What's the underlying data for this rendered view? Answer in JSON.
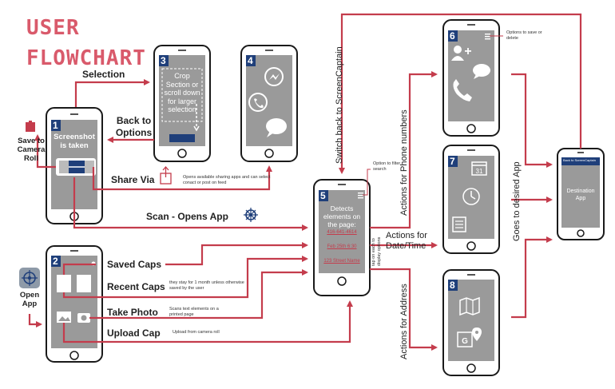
{
  "title": {
    "line1": "USER",
    "line2": "FLOWCHART"
  },
  "phones": {
    "p1": {
      "num": "1",
      "text": "Screenshot is taken"
    },
    "p2": {
      "num": "2"
    },
    "p3": {
      "num": "3",
      "text": "Crop Section or scroll down for larger selection"
    },
    "p4": {
      "num": "4"
    },
    "p5": {
      "num": "5",
      "text": "Detects elements on the page:",
      "phone": "416-641-4614",
      "date": "Feb 25th 6:30",
      "address": "123 Street Name",
      "menu_note": "Option to filter search"
    },
    "p6": {
      "num": "6",
      "menu_note": "Options to save or delete"
    },
    "p7": {
      "num": "7"
    },
    "p8": {
      "num": "8"
    },
    "dest": {
      "header": "Back to ScreenCaptain",
      "text": "Destination App"
    }
  },
  "labels": {
    "selection": "Selection",
    "back_to_options": "Back to Options",
    "save_roll": "Save to Camera Roll",
    "share_via": "Share Via",
    "share_note": "Opens available sharing apps and can select conact or post on feed",
    "scan_opens": "Scan - Opens App",
    "open_app": "Open App",
    "saved_caps": "Saved Caps",
    "recent_caps": "Recent Caps",
    "recent_note": "they stay for 1 month unless otherwise saved by the user",
    "take_photo": "Take Photo",
    "photo_note": "Scans text elements on a printed page",
    "upload_cap": "Upload Cap",
    "upload_note": "Upload from camera roll",
    "switch_back": "Switch back to ScreenCaptain",
    "actions_phone": "Actions for Phone numbers",
    "actions_date": "Actions for Date/Time",
    "actions_address": "Actions for Address",
    "tap_note": "tap on each to display options",
    "goes_to": "Goes to desired App"
  },
  "colors": {
    "arrow": "#c43c4c",
    "phone_stroke": "#1a1a1a",
    "screen": "#9a9a9a",
    "badge": "#1f3f7a"
  }
}
